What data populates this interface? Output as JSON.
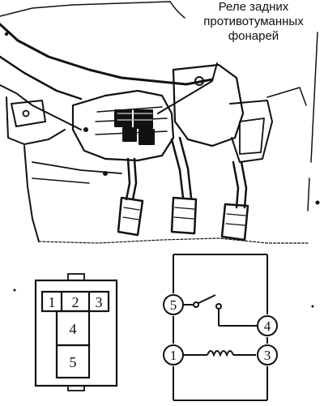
{
  "callout": {
    "line1": "Реле задних",
    "line2": "противотуманных",
    "line3": "фонарей"
  },
  "connector": {
    "pins": [
      "1",
      "2",
      "3",
      "4",
      "5"
    ]
  },
  "schematic": {
    "terminals": [
      "5",
      "4",
      "1",
      "3"
    ]
  }
}
